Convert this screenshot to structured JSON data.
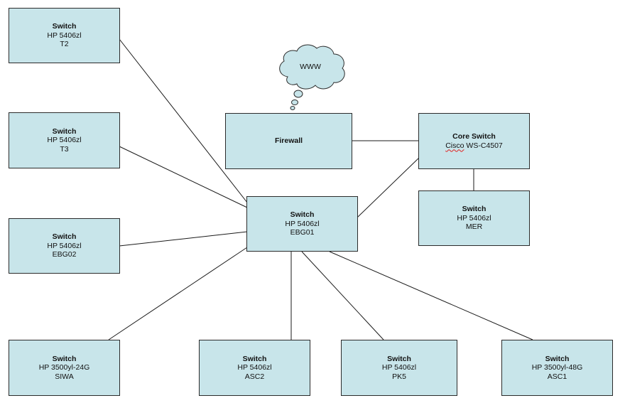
{
  "colors": {
    "node_fill": "#c8e5ea",
    "line": "#1a1a1a"
  },
  "cloud": {
    "label": "WWW"
  },
  "nodes": {
    "t2": {
      "type": "Switch",
      "model": "HP 5406zl",
      "name": "T2"
    },
    "t3": {
      "type": "Switch",
      "model": "HP 5406zl",
      "name": "T3"
    },
    "ebg02": {
      "type": "Switch",
      "model": "HP 5406zl",
      "name": "EBG02"
    },
    "siwa": {
      "type": "Switch",
      "model": "HP 3500yl-24G",
      "name": "SIWA"
    },
    "asc2": {
      "type": "Switch",
      "model": "HP 5406zl",
      "name": "ASC2"
    },
    "pk5": {
      "type": "Switch",
      "model": "HP 5406zl",
      "name": "PK5"
    },
    "asc1": {
      "type": "Switch",
      "model": "HP 3500yl-48G",
      "name": "ASC1"
    },
    "ebg01": {
      "type": "Switch",
      "model": "HP 5406zl",
      "name": "EBG01"
    },
    "firewall": {
      "type": "Firewall"
    },
    "core": {
      "type": "Core Switch",
      "model_word1": "Cisco",
      "model_word2": "WS-C4507"
    },
    "mer": {
      "type": "Switch",
      "model": "HP 5406zl",
      "name": "MER"
    }
  }
}
